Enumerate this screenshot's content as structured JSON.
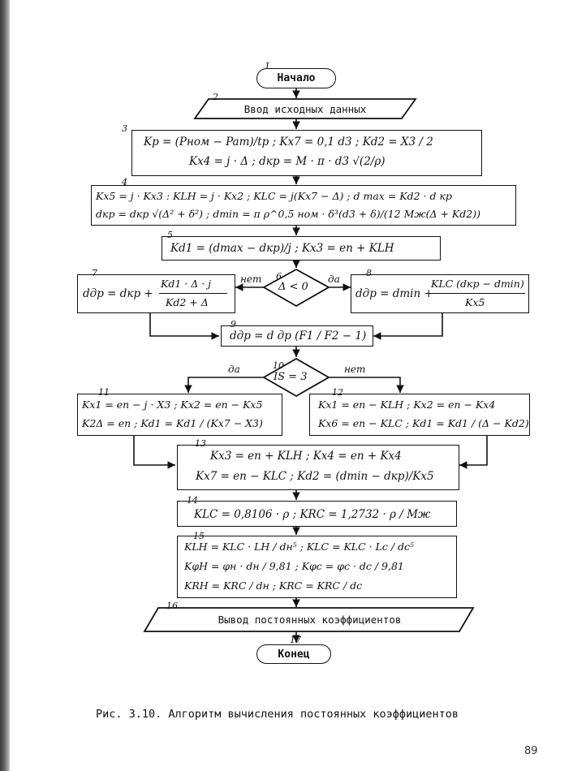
{
  "nodes": {
    "n1": {
      "num": "1",
      "text": "Начало"
    },
    "n2": {
      "num": "2",
      "text": "Ввод исходных данных"
    },
    "n3": {
      "num": "3",
      "line1": "Kp = (Pном − Pam)/tp ;  Kx7 = 0,1 d3 ;  Kd2 = X3 / 2",
      "line2": "Kx4 = j · Δ ;  dкp = M · π · d3 √(2/ρ)"
    },
    "n4": {
      "num": "4",
      "line1": "Kx5 = j · Kx3 : KLH = j · Kx2 ; KLC = j(Kx7 − Δ) ; d max = Kd2 · d кp",
      "line2": "dкp = dкp √(Δ² + δ²) ; dmin = π ρ^0,5 ном · δ³(d3 + δ)/(12 Mж(Δ + Kd2))"
    },
    "n5": {
      "num": "5",
      "text": "Kd1 = (dmax − dкp)/j ;  Kx3 = en + KLH"
    },
    "n6": {
      "num": "6",
      "text": "Δ < 0"
    },
    "n7": {
      "num": "7",
      "lhs": "dдp = dкp +",
      "numerator": "Kd1 · Δ · j",
      "denominator": "Kd2 + Δ"
    },
    "n8": {
      "num": "8",
      "lhs": "dдp = dmin +",
      "numerator": "KLC (dкp − dmin)",
      "denominator": "Kx5"
    },
    "n9": {
      "num": "9",
      "text": "dдp = d дp (F1 / F2 − 1)"
    },
    "n10": {
      "num": "10",
      "text": "IS = 3"
    },
    "n11": {
      "num": "11",
      "line1": "Kx1 = en − j · X3 ; Kx2 = en − Kx5",
      "line2": "K2Δ = en ; Kd1 = Kd1 / (Kx7 − X3)"
    },
    "n12": {
      "num": "12",
      "line1": "Kx1 = en − KLH ; Kx2 = en − Kx4",
      "line2": "Kx6 = en − KLC ; Kd1 = Kd1 / (Δ − Kd2)"
    },
    "n13": {
      "num": "13",
      "line1": "Kx3 = en + KLH ;  Kx4 = en + Kx4",
      "line2": "Kx7 = en − KLC ;  Kd2 = (dmin − dкp)/Kx5"
    },
    "n14": {
      "num": "14",
      "text": "KLC = 0,8106 · ρ ;  KRC = 1,2732 · ρ / Mж"
    },
    "n15": {
      "num": "15",
      "line1": "KLH = KLC · LH / dн⁵ ;  KLC = KLC · Lc / dc⁵",
      "line2": "KφH = φн · dн / 9,81 ;  Kφc = φc · dc / 9,81",
      "line3": "KRH = KRC / dн      ;  KRC = KRC / dc"
    },
    "n16": {
      "num": "16",
      "text": "Вывод постоянных коэффициентов"
    },
    "n17": {
      "num": "17",
      "text": "Конец"
    }
  },
  "branch_labels": {
    "no_6": "нет",
    "yes_6": "да",
    "yes_10": "да",
    "no_10": "нет"
  },
  "caption": "Рис. 3.10. Алгоритм вычисления постоянных коэффициентов",
  "page_number": "89"
}
